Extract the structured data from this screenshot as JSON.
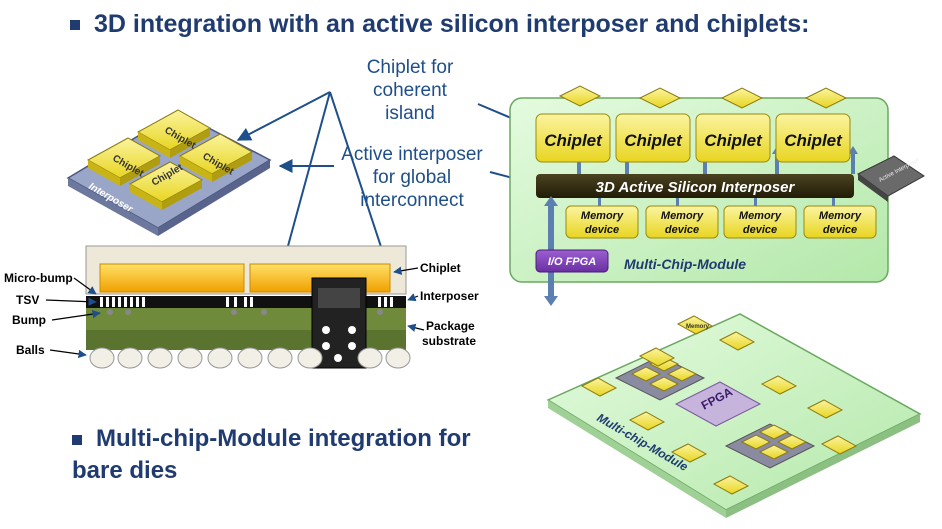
{
  "title": "3D integration with an active silicon interposer and chiplets:",
  "callouts": {
    "chiplet_island_line1": "Chiplet for",
    "chiplet_island_line2": "coherent island",
    "interposer_line1": "Active interposer",
    "interposer_line2": "for global",
    "interposer_line3": "interconnect"
  },
  "iso_package": {
    "chiplet_label": "Chiplet",
    "interposer_label": "Interposer"
  },
  "cross_section": {
    "left_labels": [
      "Micro-bump",
      "TSV",
      "Bump",
      "Balls"
    ],
    "right_labels": {
      "chiplet": "Chiplet",
      "interposer": "Interposer",
      "package_line1": "Package",
      "package_line2": "substrate"
    }
  },
  "mcm_block": {
    "chiplets": [
      "Chiplet",
      "Chiplet",
      "Chiplet",
      "Chiplet"
    ],
    "interposer_label": "3D Active Silicon Interposer",
    "memory_line1": "Memory",
    "memory_line2": "device",
    "memory_count": 4,
    "fpga_label": "I/O FPGA",
    "module_label": "Multi-Chip-Module",
    "corner_chip_label": "Active Interposer"
  },
  "mcm_iso": {
    "fpga_label": "FPGA",
    "module_label": "Multi-chip-Module",
    "memory_label": "Memory"
  },
  "bottom_bullet": {
    "line1": "Multi-chip-Module integration for",
    "line2": "bare dies"
  },
  "colors": {
    "title": "#1f3b70",
    "callout": "#1f4f8a",
    "chiplet_yellow": "#f2e64a",
    "module_green": "#c9f2c3",
    "interposer_dark": "#3a3214",
    "fpga_purple": "#7a3fb0",
    "arrow_blue": "#5b7fb0"
  }
}
